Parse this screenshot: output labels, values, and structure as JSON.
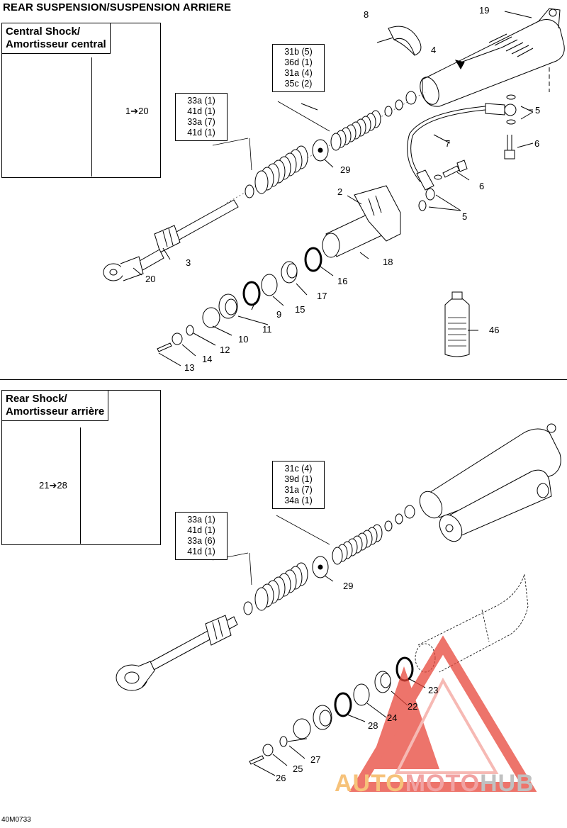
{
  "page": {
    "title": "REAR SUSPENSION/SUSPENSION ARRIERE",
    "drawing_code": "40M0733"
  },
  "central": {
    "title_line1": "Central Shock/",
    "title_line2": "Amortisseur central",
    "range_label": "1➔20",
    "callout_right": [
      "31b (5)",
      "36d (1)",
      "31a (4)",
      "35c (2)"
    ],
    "callout_left": [
      "33a (1)",
      "41d (1)",
      "33a (7)",
      "41d (1)"
    ],
    "parts": [
      "8",
      "19",
      "4",
      "5",
      "7",
      "6",
      "6",
      "5",
      "29",
      "2",
      "3",
      "20",
      "18",
      "16",
      "17",
      "15",
      "9",
      "11",
      "10",
      "12",
      "14",
      "13",
      "46"
    ]
  },
  "rear": {
    "title_line1": "Rear Shock/",
    "title_line2": "Amortisseur arrière",
    "range_label": "21➔28",
    "callout_right": [
      "31c (4)",
      "39d (1)",
      "31a (7)",
      "34a (1)"
    ],
    "callout_left": [
      "33a (1)",
      "41d (1)",
      "33a (6)",
      "41d (1)"
    ],
    "parts": [
      "29",
      "23",
      "22",
      "24",
      "28",
      "27",
      "25",
      "26"
    ]
  },
  "watermark": {
    "part1": "AUTO",
    "part2": "MOTO",
    "part3": "HUB",
    "color_triangle": "#e8463a",
    "color_auto": "#f6c27a",
    "color_moto": "#f1a2a2",
    "color_hub": "#c0c0c0"
  }
}
